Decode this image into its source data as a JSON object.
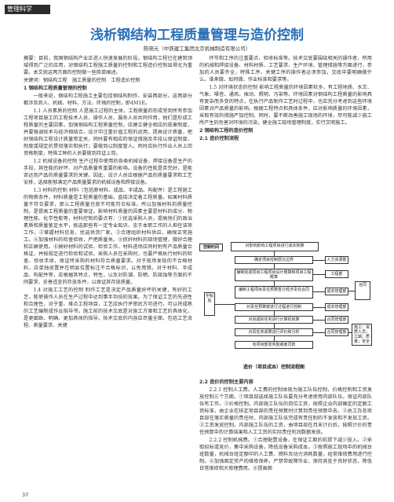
{
  "header": {
    "column": "管理科学"
  },
  "title": "浅析钢结构工程质量管理与造价控制",
  "authors": "陈晓元（中铁建工集团北京机械制造有限公司）",
  "left_paragraphs": [
    {
      "cls": "abs",
      "text": "摘要：目前，我国钢结构产业正进入快速发展的阶段。钢结构工程已在建筑领域得到广泛的应用，对钢结构工程施工质量的控制和工程造价控制显得尤为重要。本文就这两方面的控制做一些简单阐述。"
    },
    {
      "cls": "abs",
      "text": "关键词：钢结构工程　施工质量的控制　工程造价控制"
    },
    {
      "cls": "h",
      "text": "1 钢结构工程质量管理的控制"
    },
    {
      "cls": "",
      "text": "一般来说，钢结构工程施工主要包括钢结构制作、安装两部分。这两部分都涉及到人、机械、材料、方法、环境的控制，即4M1E。"
    },
    {
      "cls": "",
      "text": "1.1 人员素质的控制 人是施工过程的主体，工程质量的形成受到所有参加工程项目施工的工程技术人员、操作人员、服务人员共同作用，他们是形成工程质量的主要因素。加强钢结构工程质量控制，应建立健全相应的规章制度，并要强调技术与经济相结合，设计中注重价值工程的运用，提高设计质量，把好钢结构工程设计质量审定关，同时要有相应的保证措施及手段以保证制度、制度或规定的贯彻落实和执行；要做到以制度管人。同时应执行作业人员上岗资格制度，特殊工种的人员要做到持证上岗。"
    },
    {
      "cls": "",
      "text": "1.2 机械设备的控制 生产过程中使用的各类机械设备，焊接设备是生产的手段，其性能的好坏、对产品质量有重要的影响。设备的性能是否完好，是能否达到产品的质量要求的关键。因此，设计人员应根据产品的质量要求和工艺安排，选择能够满足产品质量要求的机械设备和焊接设备。"
    },
    {
      "cls": "",
      "text": "1.3 材料的控制 材料（包括原材料、成品、半成品、构配件）是工程施工的物质条件，材料质量是工程质量的基础，直接决定着工程质量。如果材料质量不符合要求，那么工程质量也就不可能符合标准。所以加强材料的质量控制，是提高工程质量的重要保证。影响材料质量的因素主要是材料的成分、物理性能、化学性能等，材料控制的要点有：①优选采购人员，提高他们的政治素质和质量鉴定水平，挑选那些有一定专业知识、忠于本职工作的人担任该项工作。②掌握材料信息，优选供货厂家。③合理组织材料供应，确保正常施工。④加强材料的检查验收，严把质量关。⑤抓好材料的现场管理，做好合理和正确使用。⑥搞好材料的试验、检验工作。材料进场应同时附有产品质量合格证，并按规定进行检验和试验。采购人员在采购时，也要严格执行材料的检查、验收手续，保证所采购的材料符合质量要求。对于现场发现的不合格材料，应单独放置并在明显位置标注不合格标识，以免用错。对于材料、半成品、构配件等，应根据其特点，特性，以及对防潮、防晒、防腐蚀等方面的不同要求，妥善适宜的存放条件，以保证其存放质量。"
    },
    {
      "cls": "",
      "text": "1.4 对施工工艺的控制 制作工艺是决定产品质量好坏的关键，有好的工艺，能使操作人员在生产过程中达到事半功倍的效果。为了保证工艺的先进性和合理性，对于重、难点工程项目，工艺应执行评审后方可进行。可以将成熟的工艺编制成作业指导书。施工前的技术交底是对施工方案和工艺的具体化，是更细致、明确、更加具体的指导。技术交底的内容应尽量全面，包括工艺流程、质量要求、关键"
    }
  ],
  "right_top_paragraphs": [
    {
      "cls": "",
      "text": "环节和工序的注重要点、验收标准等。技术交底要围绕相关的操作者、所用的机械和焊接设备、材料材质、工艺要求、生产环境、管理措施等方面进行，参加的人员要齐全，特殊工序、关键工序的操作者必须参加，交底中要明确做什么、谁来做、如何做、作业标准和要求等。"
    },
    {
      "cls": "",
      "text": "1.5 对环境状态的控制 影响工程质量的环境因素较多，有工程地质、水文、气象、噪音、通风、振动、照明、污染等。环境因素对钢结构工程质量的影响具有复杂而多变的特点，在执行产品制作工艺时过程中，也应充分考虑到这些环境因素对产品质量的影响。根据工程特点和具体条件，应对影响质量的环境因素，采取有效的措施严加控制。同时，要不断改善施工现场的环境，尽可能减少施工所产生的危害对环境的污染，健全施工现场管理制度，实行文明施工。"
    },
    {
      "cls": "h",
      "text": "2 钢结构工程的造价控制"
    },
    {
      "cls": "h",
      "text": "2.1 造价控制流程"
    }
  ],
  "flowchart": {
    "top": "控制时间",
    "header": "对影响影响工程项目进行成本核算",
    "center": [
      "确定项目控制层次边界",
      "编制完成项目工程项目设计概算和项目工程概算",
      "编制工程项目责任预算签订经济责任合同",
      "对责任预算按进行过程进行控制",
      "对完成的任务进行计算机核算",
      "对责任单成果进行评价和分析",
      "向项目部发奖励或者罚款"
    ],
    "side_left": "中标后",
    "right": [
      "人力资源部",
      "工程部",
      "成本管理部",
      "成本管理部",
      "合同管理部",
      "合同管理部"
    ],
    "far_right": [
      "合同",
      "施工：资质人员；工期；质量；安全"
    ],
    "caption": "造价（项目成本）控制流程图"
  },
  "right_bottom_paragraphs": [
    {
      "cls": "h",
      "text": "2.2 造价的控制主要内容"
    },
    {
      "cls": "",
      "text": "2.2.1 控制人工费。人工费的控制体现为施工队伍控制，价格控制和工资发放控制三个方面。①项目部选择施工队伍要充分考虑使用内部队伍，保证内部队伍有工作。②价格控制。内部施工队伍的岗位工资，按照企业内部确定的定额工资标准，由企业在核定项目部的责任预算时计算到责任预算中去。②总工办及项目部在落实质量的责任时，内部施工队伍完成有责任制的不发放和不发放工资。③工资发放控制。内部施工队伍的工资，由项目部在月末计价后，按照计价的责任预算中的计算结果和人工工资的实际责任利润数额发放。"
    },
    {
      "cls": "",
      "text": "2.2.2 控制机械费。①合理配置设备，在保证工期的前提下减少投入。②采取招标或竞价，集中采购设备，降低设备采购成本。③按照施工现场中的机械台班数量，机械台班定额中的人工费、燃料及动力消耗数量，经常维修费用进行控制。④加强固定资产的维修保养，严禁带故障作业，保持其处于良好状态，降低日常维修和大修理费用。⑤提高固"
    }
  ],
  "page": {
    "number": "37"
  }
}
